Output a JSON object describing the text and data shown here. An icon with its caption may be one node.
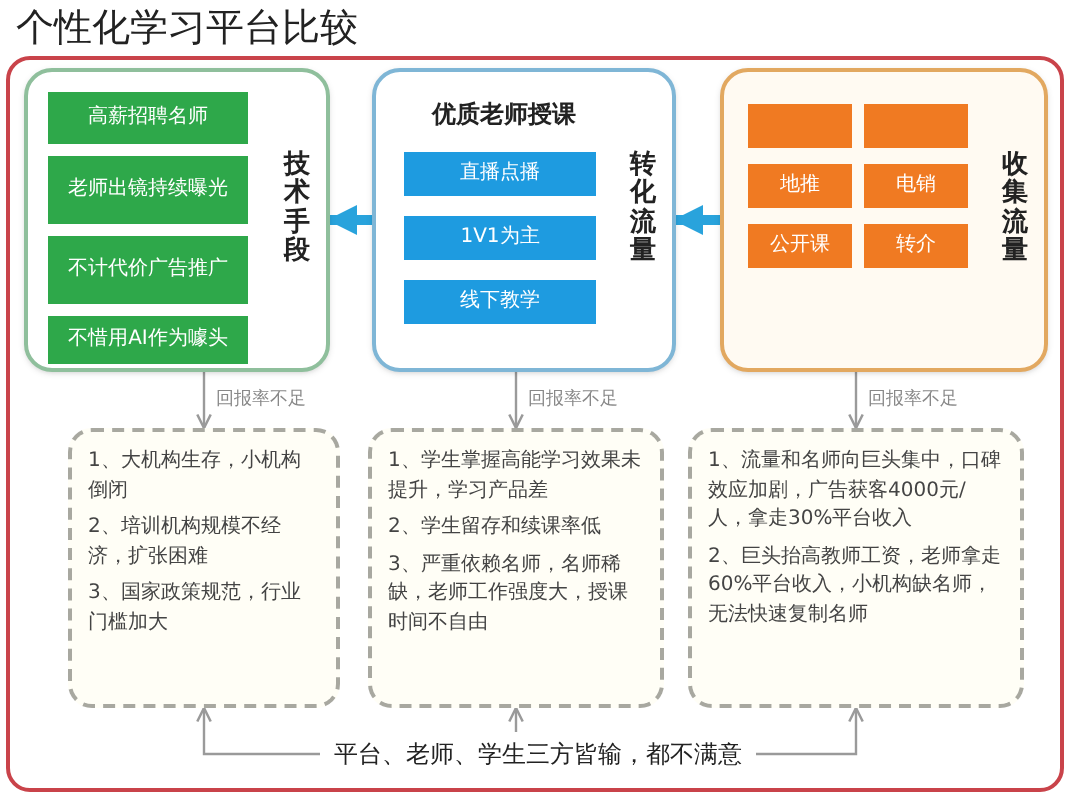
{
  "diagram": {
    "title": "个性化学习平台比较",
    "nodes": [
      {
        "text": [
          "技术手段"
        ]
      },
      {
        "text": [
          "高薪招聘名师"
        ],
        "in": 0
      },
      {
        "text": [
          "老师出镜持续曝光"
        ],
        "in": 0
      },
      {
        "text": [
          "不计代价广告推广"
        ],
        "in": 0
      },
      {
        "text": [
          "不惜用AI作为噱头"
        ],
        "in": 0
      },
      {
        "text": [
          "优质老师授课",
          "转化流量"
        ]
      },
      {
        "text": [
          "直播点播"
        ],
        "in": 5
      },
      {
        "text": [
          "1V1为主"
        ],
        "in": 5
      },
      {
        "text": [
          "线下教学"
        ],
        "in": 5
      },
      {
        "text": [
          "收集流量"
        ]
      },
      {
        "text": [],
        "shape": "box",
        "in": 9
      },
      {
        "text": [],
        "shape": "box",
        "in": 9
      },
      {
        "text": [
          "地推"
        ],
        "in": 9
      },
      {
        "text": [
          "电销"
        ],
        "in": 9
      },
      {
        "text": [
          "公开课"
        ],
        "in": 9
      },
      {
        "text": [
          "转介"
        ],
        "in": 9
      },
      {
        "text": [
          "1、大机构生存，小机构倒闭",
          "2、培训机构规模不经济，扩张困难",
          "3、国家政策规范，行业门槛加大"
        ]
      },
      {
        "text": [
          "1、学生掌握高能学习效果未提升，学习产品差",
          "2、学生留存和续课率低",
          "3、严重依赖名师，名师稀缺，老师工作强度大，授课时间不自由"
        ]
      },
      {
        "text": [
          "1、流量和名师向巨头集中，口碑效应加剧，广告获客4000元/人，拿走30%平台收入",
          "2、巨头抬高教师工资，老师拿走60%平台收入，小机构缺名师，无法快速复制名师"
        ]
      },
      {
        "text": [
          "平台、老师、学生三方皆输，都不满意"
        ]
      }
    ],
    "edges": [
      {
        "from": 9,
        "to": 5,
        "arrow": "to",
        "style": "thick",
        "color": "#29a3dc"
      },
      {
        "from": 5,
        "to": 0,
        "arrow": "to",
        "style": "thick",
        "color": "#29a3dc"
      },
      {
        "from": 0,
        "to": 16,
        "arrow": "to",
        "label": "回报率不足"
      },
      {
        "from": 5,
        "to": 17,
        "arrow": "to",
        "label": "回报率不足"
      },
      {
        "from": 9,
        "to": 18,
        "arrow": "to",
        "label": "回报率不足"
      },
      {
        "from": 19,
        "to": 16,
        "arrow": "to"
      },
      {
        "from": 19,
        "to": 17,
        "arrow": "to"
      },
      {
        "from": 19,
        "to": 18,
        "arrow": "to"
      }
    ]
  }
}
